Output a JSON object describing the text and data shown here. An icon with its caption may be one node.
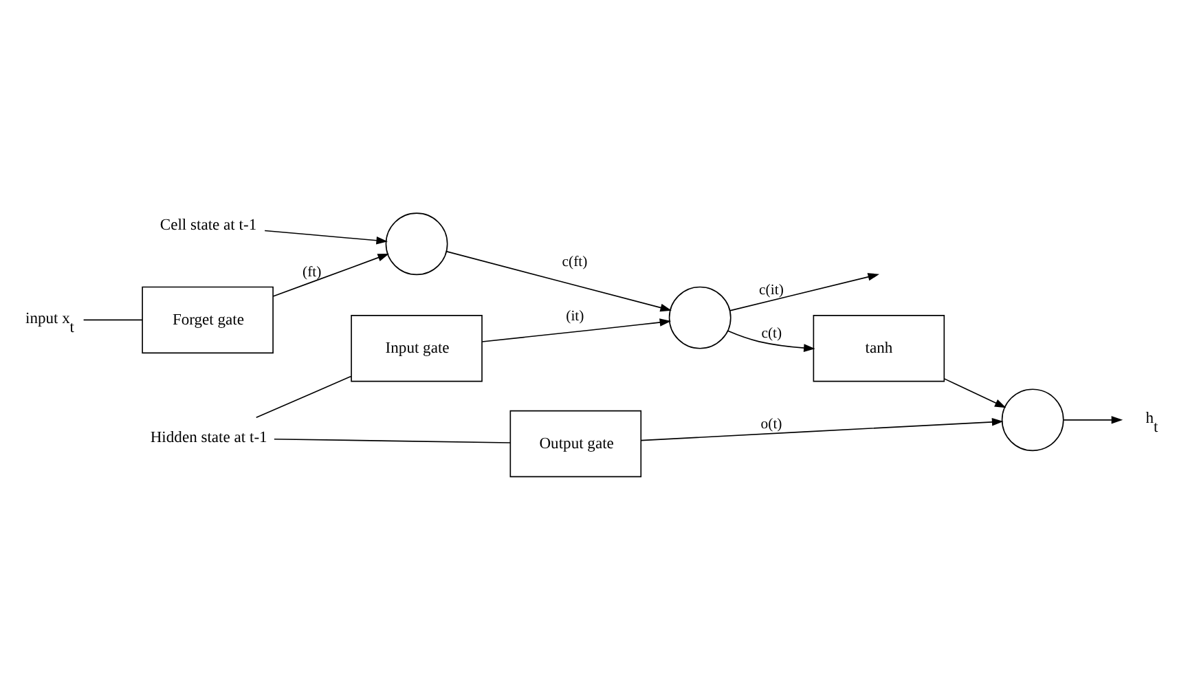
{
  "diagram": {
    "nodes": [
      {
        "text": [
          "Cell state at t-1"
        ]
      },
      {
        "text": [],
        "shape": "circle"
      },
      {
        "text": [],
        "shape": "circle"
      },
      {
        "text": [
          "tanh"
        ]
      },
      {
        "text": [],
        "shape": "circle"
      },
      {
        "text": [
          "Forget gate"
        ]
      },
      {
        "text": [
          "Input gate"
        ]
      },
      {
        "text": [
          "Output gate"
        ]
      },
      {
        "text": [
          "Hidden state at t-1"
        ]
      },
      {
        "text": [
          "input x$_{t}$"
        ]
      },
      {
        "text": [
          "h$_{t}$"
        ]
      }
    ],
    "edges": [
      {
        "from": 0,
        "to": 1,
        "arrow": "to"
      },
      {
        "from": 1,
        "to": 2,
        "arrow": "to",
        "label": "c(ft)"
      },
      {
        "from": 2,
        "to": null,
        "arrow": "to",
        "label": "c(it)"
      },
      {
        "from": 2,
        "to": 3,
        "arrow": "to",
        "label": "c(t)"
      },
      {
        "from": 5,
        "to": 1,
        "arrow": "to",
        "label": "(ft)"
      },
      {
        "from": 6,
        "to": 2,
        "arrow": "to",
        "label": "(it)"
      },
      {
        "from": 3,
        "to": 4,
        "arrow": "to"
      },
      {
        "from": 7,
        "to": 4,
        "arrow": "to",
        "label": "o(t)"
      },
      {
        "from": 4,
        "to": 10,
        "arrow": "to"
      },
      {
        "from": 9,
        "to": 5,
        "arrow": "none"
      },
      {
        "from": 8,
        "to": 6,
        "arrow": "none"
      },
      {
        "from": 8,
        "to": 7,
        "arrow": "none"
      }
    ]
  }
}
